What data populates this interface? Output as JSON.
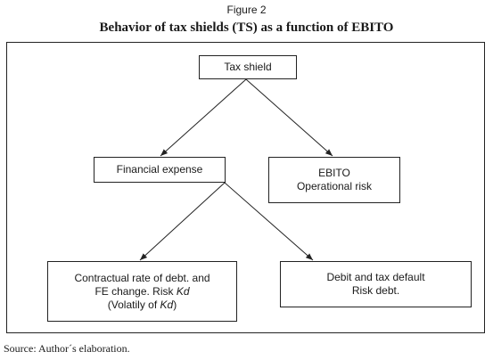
{
  "figure_label": "Figure 2",
  "title": "Behavior of tax shields (TS) as a function of EBITO",
  "nodes": {
    "tax_shield": "Tax shield",
    "financial_expense": "Financial expense",
    "ebito": {
      "line1": "EBITO",
      "line2": "Operational risk"
    },
    "contractual_rate": {
      "line1": "Contractual rate of debt. and",
      "line2_pre": "FE change. Risk ",
      "line2_kd": "Kd",
      "line3_pre": "(Volatily of ",
      "line3_kd": "Kd",
      "line3_post": ")"
    },
    "default": {
      "line1": "Debit and tax default",
      "line2": "Risk debt."
    }
  },
  "edges": [
    {
      "from": "tax_shield",
      "to": "financial_expense"
    },
    {
      "from": "tax_shield",
      "to": "ebito"
    },
    {
      "from": "financial_expense",
      "to": "contractual_rate"
    },
    {
      "from": "financial_expense",
      "to": "default"
    }
  ],
  "source": "Source: Author´s elaboration.",
  "colors": {
    "line": "#222222",
    "text": "#1a1a1a",
    "background": "#ffffff"
  }
}
